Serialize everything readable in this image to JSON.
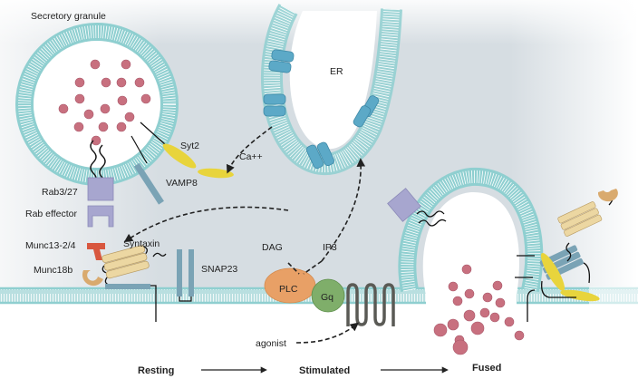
{
  "labels": {
    "secretory_granule": "Secretory granule",
    "er": "ER",
    "syt2": "Syt2",
    "ca": "Ca++",
    "vamp8": "VAMP8",
    "rab327": "Rab3/27",
    "rab_effector": "Rab effector",
    "munc13": "Munc13-2/4",
    "syntaxin": "Syntaxin",
    "munc18b": "Munc18b",
    "snap23": "SNAP23",
    "dag": "DAG",
    "ip3": "IP3",
    "plc": "PLC",
    "gq": "Gq",
    "agonist": "agonist"
  },
  "stages": [
    "Resting",
    "Stimulated",
    "Fused"
  ],
  "colors": {
    "membrane": "#8fcfd0",
    "membrane_dark": "#6fb8bb",
    "granule_dot": "#c8707f",
    "plc": "#e8a066",
    "gq": "#7fae6a",
    "receptor": "#5a5a55",
    "rab": "#a7a6cf",
    "syntaxin": "#ecd7a2",
    "munc18": "#d9aa6e",
    "munc13": "#d8573f",
    "snare": "#7aa3b5",
    "syt": "#e8d43c",
    "channel": "#5ca9c7"
  }
}
